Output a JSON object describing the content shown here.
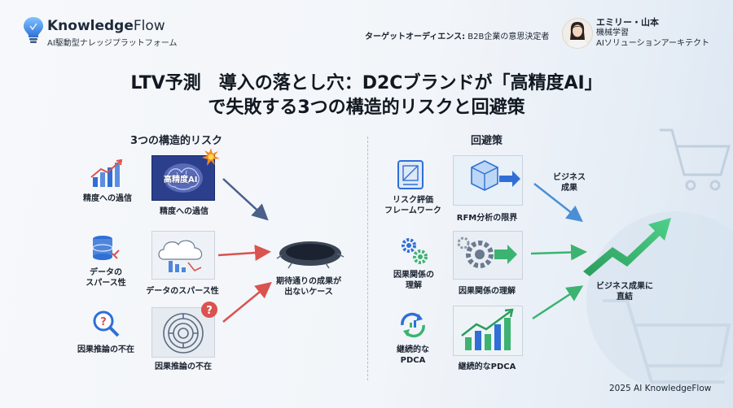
{
  "header": {
    "brand_name_a": "Knowledge",
    "brand_name_b": "Flow",
    "brand_tagline": "AI駆動型ナレッジプラットフォーム",
    "audience_label": "ターゲットオーディエンス:",
    "audience_value": "B2B企業の意思決定者",
    "presenter_name": "エミリー・山本",
    "presenter_role1": "機械学習",
    "presenter_role2": "AIソリューションアーキテクト"
  },
  "title": {
    "line1": "LTV予測　導入の落とし穴：D2Cブランドが「高精度AI」",
    "line2": "で失敗する3つの構造的リスクと回避策"
  },
  "risks": {
    "heading": "3つの構造的リスク",
    "items": [
      {
        "icon_label": "精度への過信",
        "card_label": "精度への過信",
        "card_tag": "高精度AI"
      },
      {
        "icon_label_1": "データの",
        "icon_label_2": "スパース性",
        "card_label": "データのスパース性"
      },
      {
        "icon_label": "因果推論の不在",
        "card_label": "因果推論の不在"
      }
    ],
    "outcome_1": "期待通りの成果が",
    "outcome_2": "出ないケース"
  },
  "solutions": {
    "heading": "回避策",
    "items": [
      {
        "icon_label_1": "リスク評価",
        "icon_label_2": "フレームワーク",
        "card_label": "RFM分析の限界"
      },
      {
        "icon_label_1": "因果関係の",
        "icon_label_2": "理解",
        "card_label": "因果関係の理解"
      },
      {
        "icon_label_1": "継続的な",
        "icon_label_2": "PDCA",
        "card_label": "継続的なPDCA"
      }
    ],
    "business_1": "ビジネス",
    "business_2": "成果",
    "result_1": "ビジネス成果に",
    "result_2": "直結"
  },
  "footer": {
    "text": "2025 AI KnowledgeFlow"
  },
  "colors": {
    "accent_blue": "#2f6fd6",
    "accent_green": "#3cb371",
    "arrow_red": "#d9534f",
    "arrow_slate": "#4a5f8a"
  }
}
